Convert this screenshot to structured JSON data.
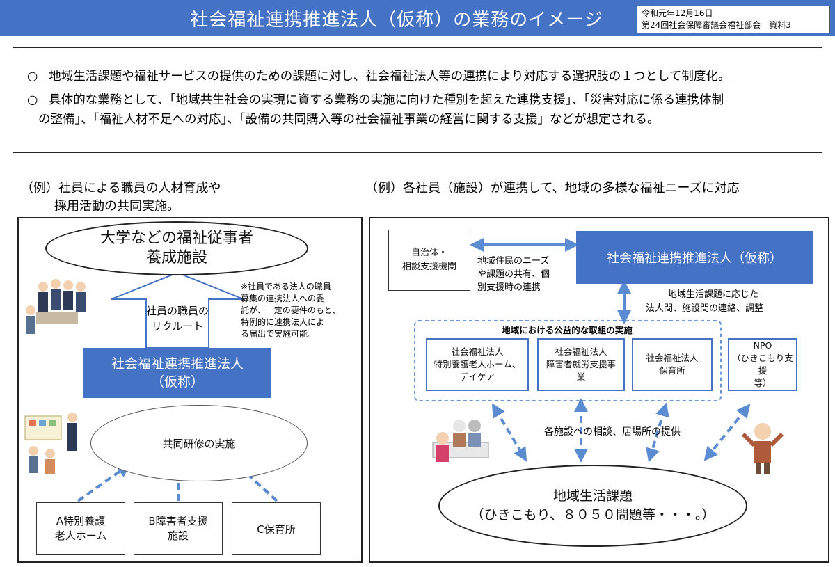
{
  "header": {
    "title": "社会福祉連携推進法人（仮称）の業務のイメージ",
    "date": "令和元年12月16日",
    "meeting": "第24回社会保障審議会福祉部会　資料3"
  },
  "summary": {
    "bullet_mark": "○",
    "item1": "地域生活課題や福祉サービスの提供のための課題に対し、社会福祉法人等の連携により対応する選択肢の１つとして制度化。",
    "item2_line1": "具体的な業務として、「地域共生社会の実現に資する業務の実施に向けた種別を超えた連携支援」、「災害対応に係る連携体制",
    "item2_line2": "の整備」、「福祉人材不足への対応」、「設備の共同購入等の社会福祉事業の経営に関する支援」などが想定される。"
  },
  "left": {
    "heading_line1_a": "（例）社員による職員の",
    "heading_line1_b": "人材育成",
    "heading_line1_c": "や",
    "heading_line2": "採用活動の共同実施",
    "heading_line2_end": "。",
    "top_ellipse_line1": "大学などの福祉従事者",
    "top_ellipse_line2": "養成施設",
    "arrow_line1": "社員の職員の",
    "arrow_line2": "リクルート",
    "note_line1": "※社員である法人の職員",
    "note_line2": "募集の連携法人への委",
    "note_line3": "託が、一定の要件のもと、",
    "note_line4": "特例的に連携法人によ",
    "note_line5": "る届出で実施可能。",
    "blue_line1": "社会福祉連携推進法人",
    "blue_line2": "（仮称）",
    "training": "共同研修の実施",
    "facility_a_line1": "A特別養護",
    "facility_a_line2": "老人ホーム",
    "facility_b_line1": "B障害者支援",
    "facility_b_line2": "施設",
    "facility_c": "C保育所"
  },
  "right": {
    "heading_a": "（例）各社員（施設）が",
    "heading_b": "連携",
    "heading_c": "して、",
    "heading_d": "地域の多様な福祉ニーズに対応",
    "gov_line1": "自治体・",
    "gov_line2": "相談支援機関",
    "needs_line1": "地域住民のニーズ",
    "needs_line2": "や課題の共有、個",
    "needs_line3": "別支援時の連携",
    "blue": "社会福祉連携推進法人（仮称）",
    "coord_line1": "地域生活課題に応じた",
    "coord_line2": "法人間、施設間の連絡、調整",
    "public_title": "地域における公益的な取組の実施",
    "box1_line1": "社会福祉法人",
    "box1_line2": "特別養護老人ホーム、",
    "box1_line3": "デイケア",
    "box2_line1": "社会福祉法人",
    "box2_line2": "障害者就労支援事",
    "box2_line3": "業",
    "box3_line1": "社会福祉法人",
    "box3_line2": "保育所",
    "npo_line1": "NPO",
    "npo_line2": "（ひきこもり支援",
    "npo_line3": "等）",
    "consult": "各施設への相談、居場所の提供",
    "issue_line1": "地域生活課題",
    "issue_line2": "（ひきこもり、８０５０問題等・・・。）"
  },
  "colors": {
    "header_blue": "#4472c4",
    "arrow_blue": "#5b8bd0"
  }
}
